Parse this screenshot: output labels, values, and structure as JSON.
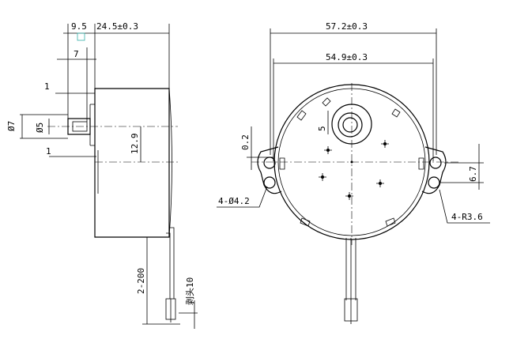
{
  "drawing": {
    "side_view": {
      "dims": {
        "shaft_len": "9.5",
        "body_depth": "24.5±0.3",
        "flat_len": "7",
        "step1": "1",
        "step2": "1",
        "dia7": "Ø7",
        "dia5": "Ø5",
        "offset": "12.9",
        "lead_len": "2-200",
        "strip": "剥头10"
      }
    },
    "front_view": {
      "dims": {
        "outer_span": "57.2±0.3",
        "hole_span": "54.9±0.3",
        "gear_offset": "5",
        "top_offset": "0.2",
        "ear_height": "6.7",
        "holes": "4-Ø4.2",
        "radius": "4-R3.6"
      }
    }
  }
}
